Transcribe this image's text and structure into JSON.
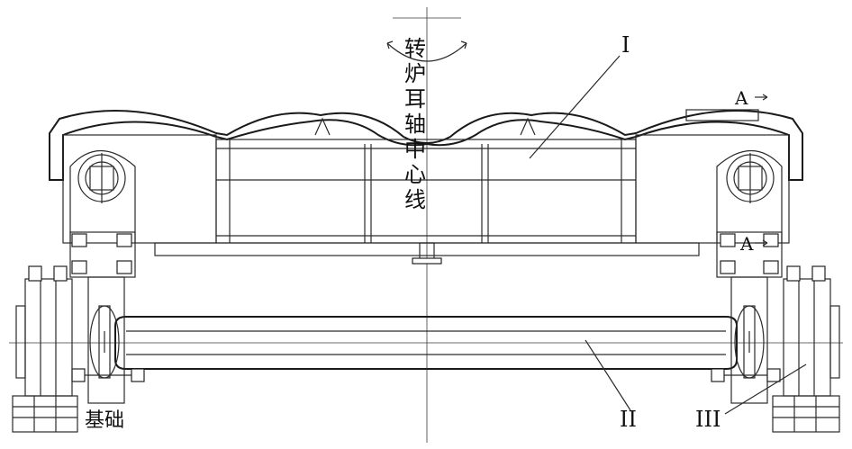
{
  "labels": {
    "axis_chars": [
      "转",
      "炉",
      "耳",
      "轴",
      "中",
      "心",
      "线"
    ],
    "part_I": "I",
    "part_II": "II",
    "part_III": "III",
    "foundation": "基础",
    "section_A_top": "A",
    "section_A_bottom": "A"
  }
}
